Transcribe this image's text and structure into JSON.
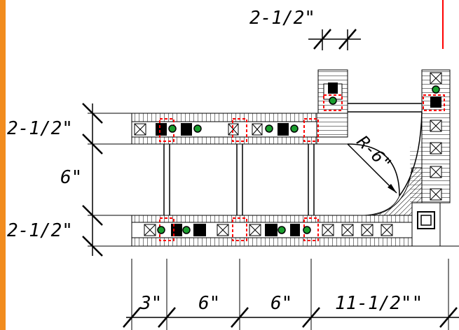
{
  "drawing": {
    "accent_colors": {
      "left_bar": "#f28c1e",
      "right_border": "#ff0000",
      "connector": "#ff0000",
      "node_fill": "#1a9e2e",
      "line": "#000000"
    },
    "dimensions": {
      "top_width": "2-1/2\"",
      "left_upper": "2-1/2\"",
      "left_middle": "6\"",
      "left_lower": "2-1/2\"",
      "radius": "R-6\"",
      "bottom_1": "3\"",
      "bottom_2": "6\"",
      "bottom_3": "6\"",
      "bottom_4": "11-1/2\"\""
    }
  }
}
